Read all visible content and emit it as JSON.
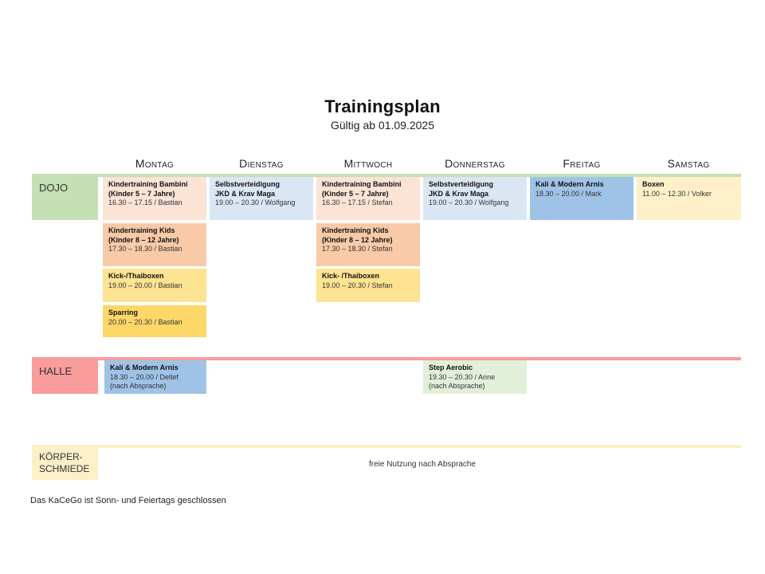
{
  "header": {
    "title": "Trainingsplan",
    "subtitle": "Gültig ab 01.09.2025"
  },
  "days": [
    "Montag",
    "Dienstag",
    "Mittwoch",
    "Donnerstag",
    "Freitag",
    "Samstag"
  ],
  "sections": {
    "dojo": {
      "label": "DOJO",
      "color": "#c4e0b4"
    },
    "halle": {
      "label": "HALLE",
      "color": "#f89c9c"
    },
    "koerperschmiede": {
      "label": "KÖRPER-\nSCHMIEDE",
      "color": "#fdf0c8",
      "note": "freie Nutzung nach Absprache"
    }
  },
  "dojo": {
    "mo1": {
      "name": "Kindertraining Bambini\n(Kinder 5 – 7 Jahre)",
      "time": "16.30 – 17.15 / Bastian",
      "color": "#fbe3d6"
    },
    "mo2": {
      "name": "Kindertraining Kids\n(Kinder 8 – 12 Jahre)",
      "time": "17.30 – 18.30 / Bastian",
      "color": "#f8caa8"
    },
    "mo3": {
      "name": "Kick-/Thaiboxen",
      "time": "19.00 – 20.00 / Bastian",
      "color": "#fde392"
    },
    "mo4": {
      "name": "Sparring",
      "time": "20.00 – 20.30 / Bastian",
      "color": "#fdd868"
    },
    "di1": {
      "name": "Selbstverteidigung\nJKD & Krav Maga",
      "time": "19.00 – 20.30 / Wolfgang",
      "color": "#dbe6f4"
    },
    "mi1": {
      "name": "Kindertraining Bambini\n(Kinder 5 – 7 Jahre)",
      "time": "16.30 – 17.15 / Stefan",
      "color": "#fbe3d6"
    },
    "mi2": {
      "name": "Kindertraining Kids\n(Kinder 8 – 12 Jahre)",
      "time": "17.30 – 18.30 / Stefan",
      "color": "#f8caa8"
    },
    "mi3": {
      "name": "Kick- /Thaiboxen",
      "time": "19.00 – 20.30 / Stefan",
      "color": "#fde392"
    },
    "do1": {
      "name": "Selbstverteidigung\nJKD & Krav Maga",
      "time": "19.00 – 20.30 / Wolfgang",
      "color": "#dbe6f4"
    },
    "fr1": {
      "name": "Kali & Modern Arnis",
      "time": "18.30 – 20.00 / Mark",
      "color": "#9fc3e6"
    },
    "sa1": {
      "name": "Boxen",
      "time": "11.00 – 12.30 / Volker",
      "color": "#fdf0c8"
    }
  },
  "halle": {
    "mo1": {
      "name": "Kali & Modern Arnis",
      "time": "18.30 – 20.00 / Detlef",
      "note": "(nach Absprache)",
      "color": "#9fc3e6"
    },
    "do1": {
      "name": "Step Aerobic",
      "time": "19.30 – 20.30 / Anne",
      "note": "(nach Absprache)",
      "color": "#e2efd9"
    }
  },
  "footer": "Das KaCeGo ist Sonn- und Feiertags geschlossen"
}
